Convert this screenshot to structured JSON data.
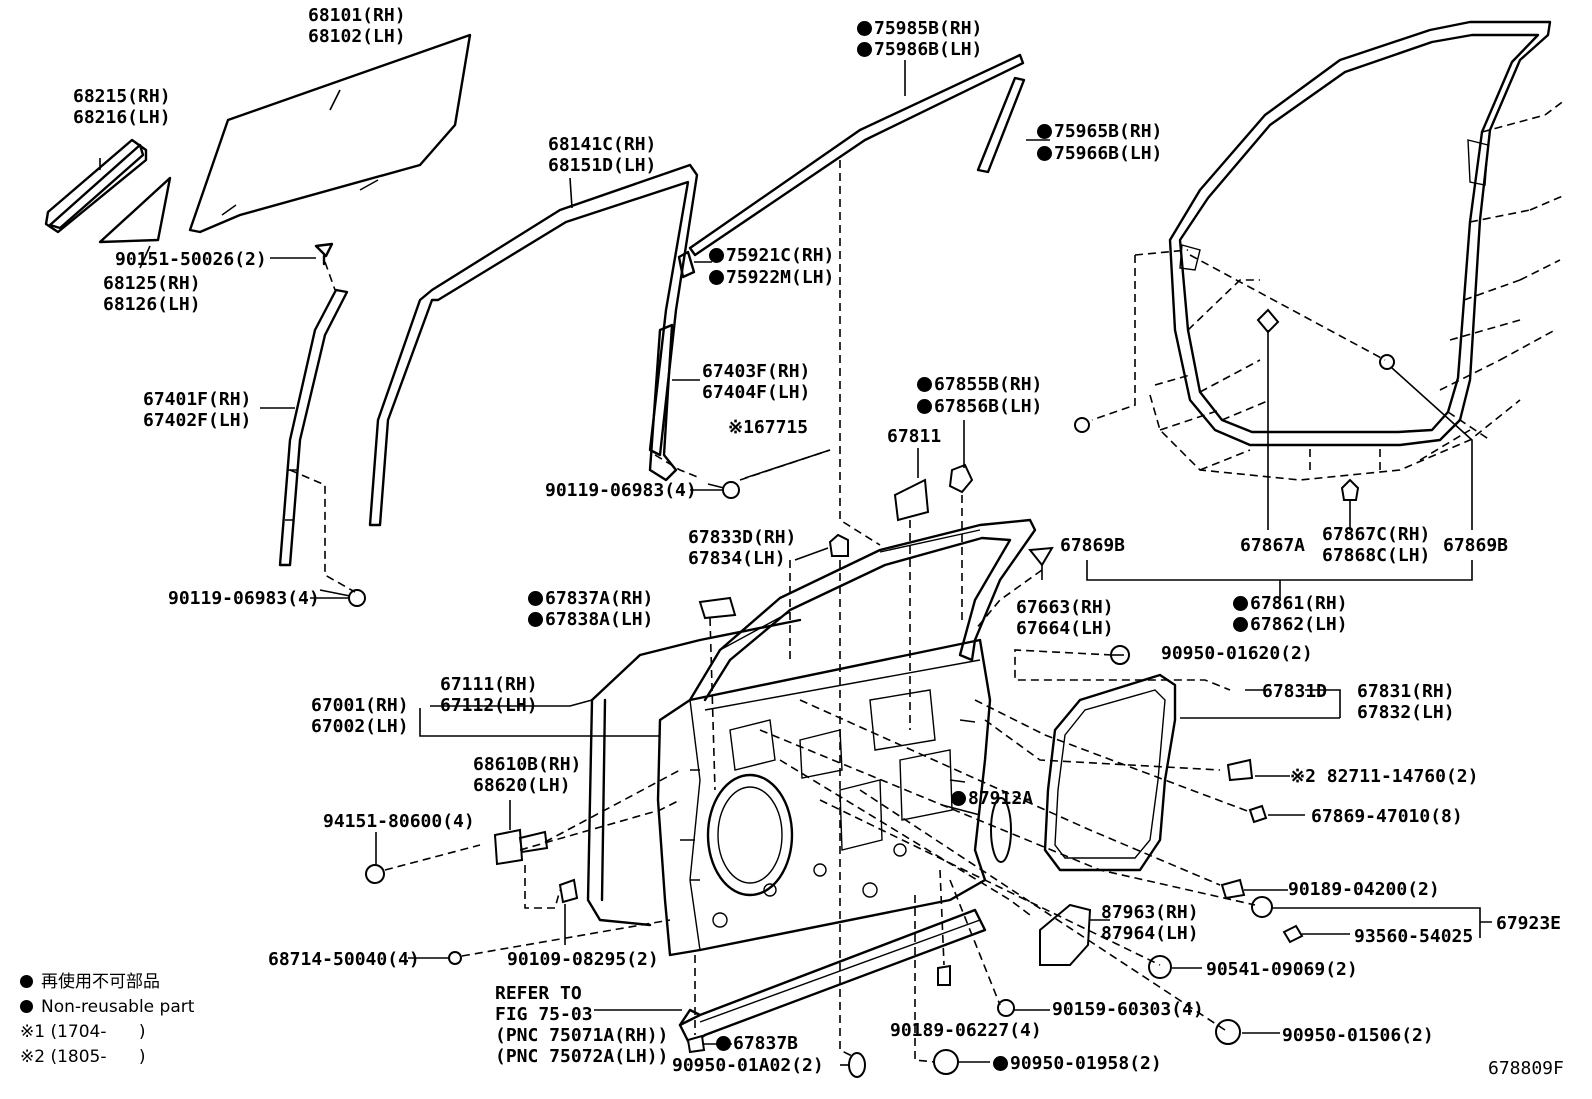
{
  "diagram": {
    "figure_code": "678809F",
    "legend": {
      "non_reusable_jp": "再使用不可部品",
      "non_reusable_en": "Non-reusable part",
      "note1": "※1 (1704-      )",
      "note2": "※2 (1805-      )"
    },
    "labels": [
      {
        "id": "l01",
        "text": "68101(RH)\n68102(LH)",
        "dot": false
      },
      {
        "id": "l02",
        "text": "68215(RH)\n68216(LH)",
        "dot": false
      },
      {
        "id": "l03",
        "text": "68125(RH)\n68126(LH)",
        "dot": false
      },
      {
        "id": "l04",
        "text": "90151-50026(2)",
        "dot": false
      },
      {
        "id": "l05",
        "text": "68141C(RH)\n68151D(LH)",
        "dot": false
      },
      {
        "id": "l06a",
        "text": "75985B(RH)",
        "dot": true
      },
      {
        "id": "l06b",
        "text": "75986B(LH)",
        "dot": true
      },
      {
        "id": "l07a",
        "text": "75965B(RH)",
        "dot": true
      },
      {
        "id": "l07b",
        "text": "75966B(LH)",
        "dot": true
      },
      {
        "id": "l08a",
        "text": "75921C(RH)",
        "dot": true
      },
      {
        "id": "l08b",
        "text": "75922M(LH)",
        "dot": true
      },
      {
        "id": "l09",
        "text": "67401F(RH)\n67402F(LH)",
        "dot": false
      },
      {
        "id": "l10",
        "text": "67403F(RH)\n67404F(LH)",
        "dot": false
      },
      {
        "id": "l11",
        "text": "※167715",
        "dot": false
      },
      {
        "id": "l12",
        "text": "90119-06983(4)",
        "dot": false
      },
      {
        "id": "l13",
        "text": "90119-06983(4)",
        "dot": false
      },
      {
        "id": "l14a",
        "text": "67855B(RH)",
        "dot": true
      },
      {
        "id": "l14b",
        "text": "67856B(LH)",
        "dot": true
      },
      {
        "id": "l15",
        "text": "67811",
        "dot": false
      },
      {
        "id": "l16",
        "text": "67833D(RH)\n67834(LH)",
        "dot": false
      },
      {
        "id": "l17",
        "text": "67869B",
        "dot": false
      },
      {
        "id": "l18",
        "text": "67867A",
        "dot": false
      },
      {
        "id": "l19",
        "text": "67867C(RH)\n67868C(LH)",
        "dot": false
      },
      {
        "id": "l20",
        "text": "67869B",
        "dot": false
      },
      {
        "id": "l21a",
        "text": "67861(RH)",
        "dot": true
      },
      {
        "id": "l21b",
        "text": "67862(LH)",
        "dot": true
      },
      {
        "id": "l22a",
        "text": "67837A(RH)",
        "dot": true
      },
      {
        "id": "l22b",
        "text": "67838A(LH)",
        "dot": true
      },
      {
        "id": "l23",
        "text": "67663(RH)\n67664(LH)",
        "dot": false
      },
      {
        "id": "l24",
        "text": "90950-01620(2)",
        "dot": false
      },
      {
        "id": "l25",
        "text": "67111(RH)\n67112(LH)",
        "dot": false
      },
      {
        "id": "l26",
        "text": "67001(RH)\n67002(LH)",
        "dot": false
      },
      {
        "id": "l27",
        "text": "67831D",
        "dot": false
      },
      {
        "id": "l28",
        "text": "67831(RH)\n67832(LH)",
        "dot": false
      },
      {
        "id": "l29",
        "text": "68610B(RH)\n68620(LH)",
        "dot": false
      },
      {
        "id": "l30",
        "text": "※2 82711-14760(2)",
        "dot": false
      },
      {
        "id": "l31",
        "text": "94151-80600(4)",
        "dot": false
      },
      {
        "id": "l32",
        "text": "87912A",
        "dot": true
      },
      {
        "id": "l33",
        "text": "67869-47010(8)",
        "dot": false
      },
      {
        "id": "l34",
        "text": "90189-04200(2)",
        "dot": false
      },
      {
        "id": "l35",
        "text": "87963(RH)\n87964(LH)",
        "dot": false
      },
      {
        "id": "l36",
        "text": "67923E",
        "dot": false
      },
      {
        "id": "l37",
        "text": "93560-54025",
        "dot": false
      },
      {
        "id": "l38",
        "text": "68714-50040(4)",
        "dot": false
      },
      {
        "id": "l39",
        "text": "90109-08295(2)",
        "dot": false
      },
      {
        "id": "l40",
        "text": "90541-09069(2)",
        "dot": false
      },
      {
        "id": "l41",
        "text": "REFER TO\nFIG 75-03\n(PNC 75071A(RH))\n(PNC 75072A(LH))",
        "dot": false
      },
      {
        "id": "l42",
        "text": "90159-60303(4)",
        "dot": false
      },
      {
        "id": "l43",
        "text": "90189-06227(4)",
        "dot": false
      },
      {
        "id": "l44",
        "text": "90950-01506(2)",
        "dot": false
      },
      {
        "id": "l45",
        "text": "67837B",
        "dot": true
      },
      {
        "id": "l46",
        "text": "90950-01A02(2)",
        "dot": false
      },
      {
        "id": "l47",
        "text": "90950-01958(2)",
        "dot": true
      }
    ]
  }
}
